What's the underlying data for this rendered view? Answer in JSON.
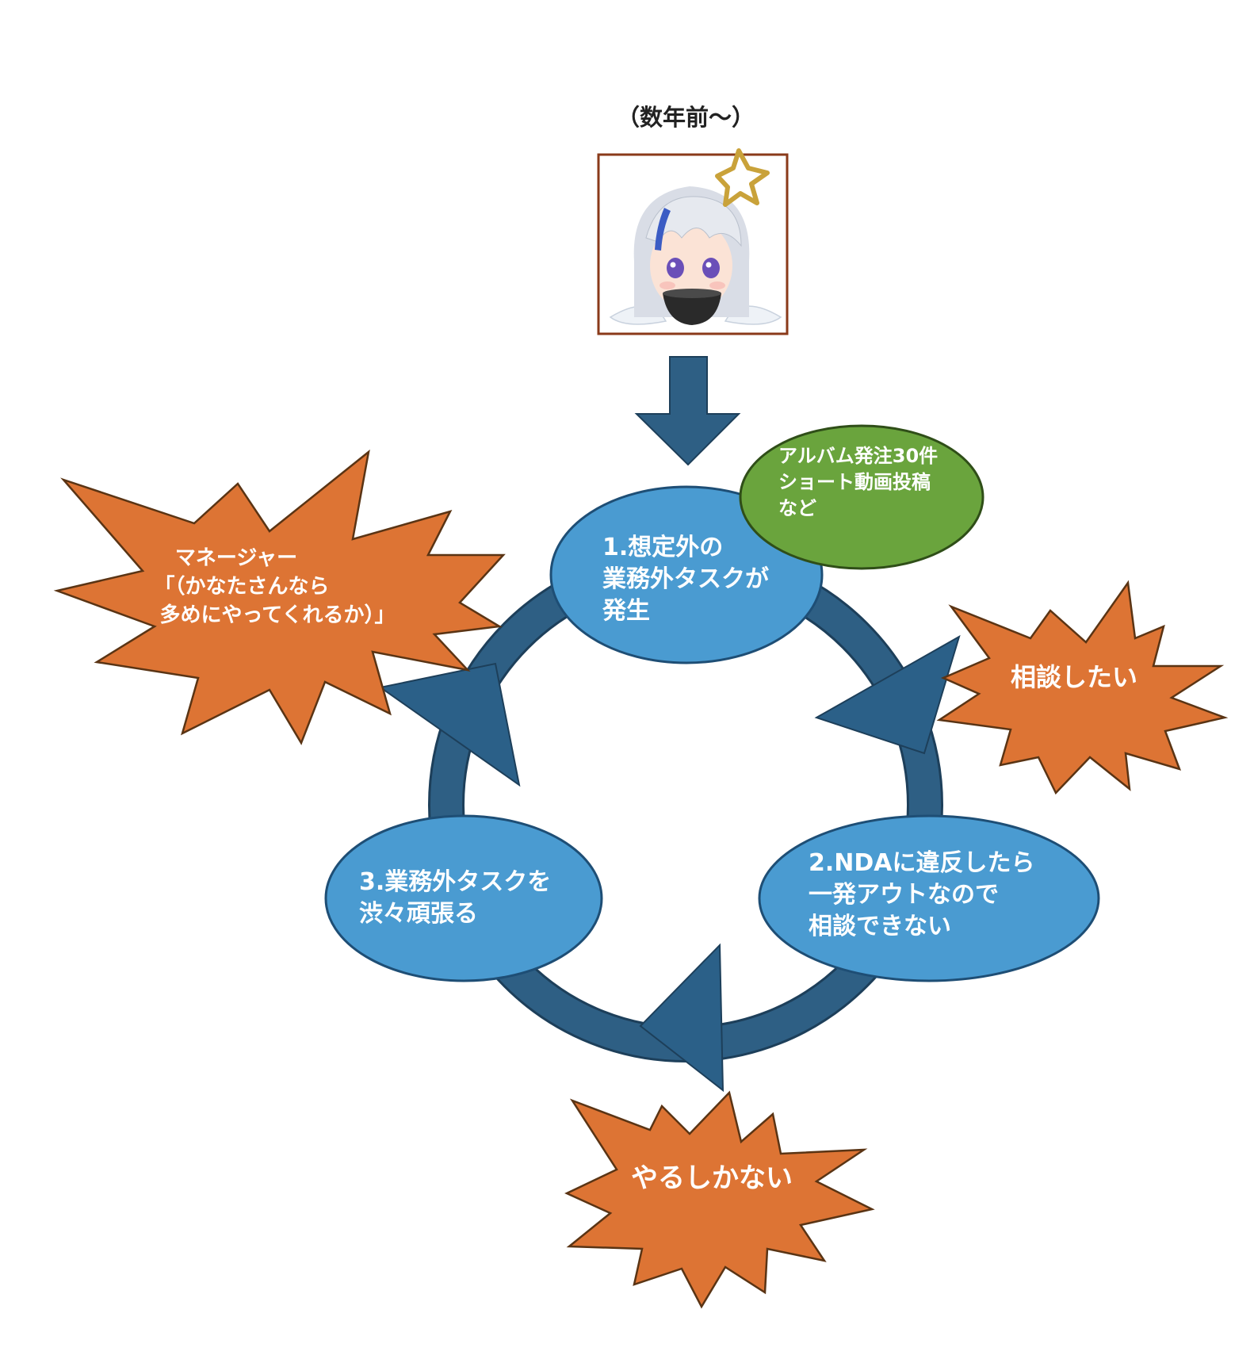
{
  "header": {
    "title": "（数年前〜）"
  },
  "portrait": {
    "description_icon": "character-portrait"
  },
  "nodes": {
    "step1": {
      "lines": [
        "1.想定外の",
        "業務外タスクが",
        "発生"
      ]
    },
    "step2": {
      "lines": [
        "2.NDAに違反したら",
        "一発アウトなので",
        "相談できない"
      ]
    },
    "step3": {
      "lines": [
        "3.業務外タスクを",
        "渋々頑張る"
      ]
    }
  },
  "note": {
    "lines": [
      "アルバム発注30件",
      "ショート動画投稿",
      "など"
    ]
  },
  "bursts": {
    "manager": {
      "lines": [
        "マネージャー",
        "「（かなたさんなら",
        "多めにやってくれるか）」"
      ]
    },
    "consult": {
      "lines": [
        "相談したい"
      ]
    },
    "must": {
      "lines": [
        "やるしかない"
      ]
    }
  },
  "colors": {
    "ring": "#2e5f84",
    "ring_stroke": "#1d3f5a",
    "node_fill": "#4a9bd1",
    "node_stroke": "#1e4e75",
    "burst_fill": "#dd7434",
    "burst_stroke": "#5a3414",
    "note_fill": "#6aa43d",
    "note_stroke": "#2f4e18",
    "arrow": "#2b6088",
    "frame": "#8a3a1a"
  }
}
